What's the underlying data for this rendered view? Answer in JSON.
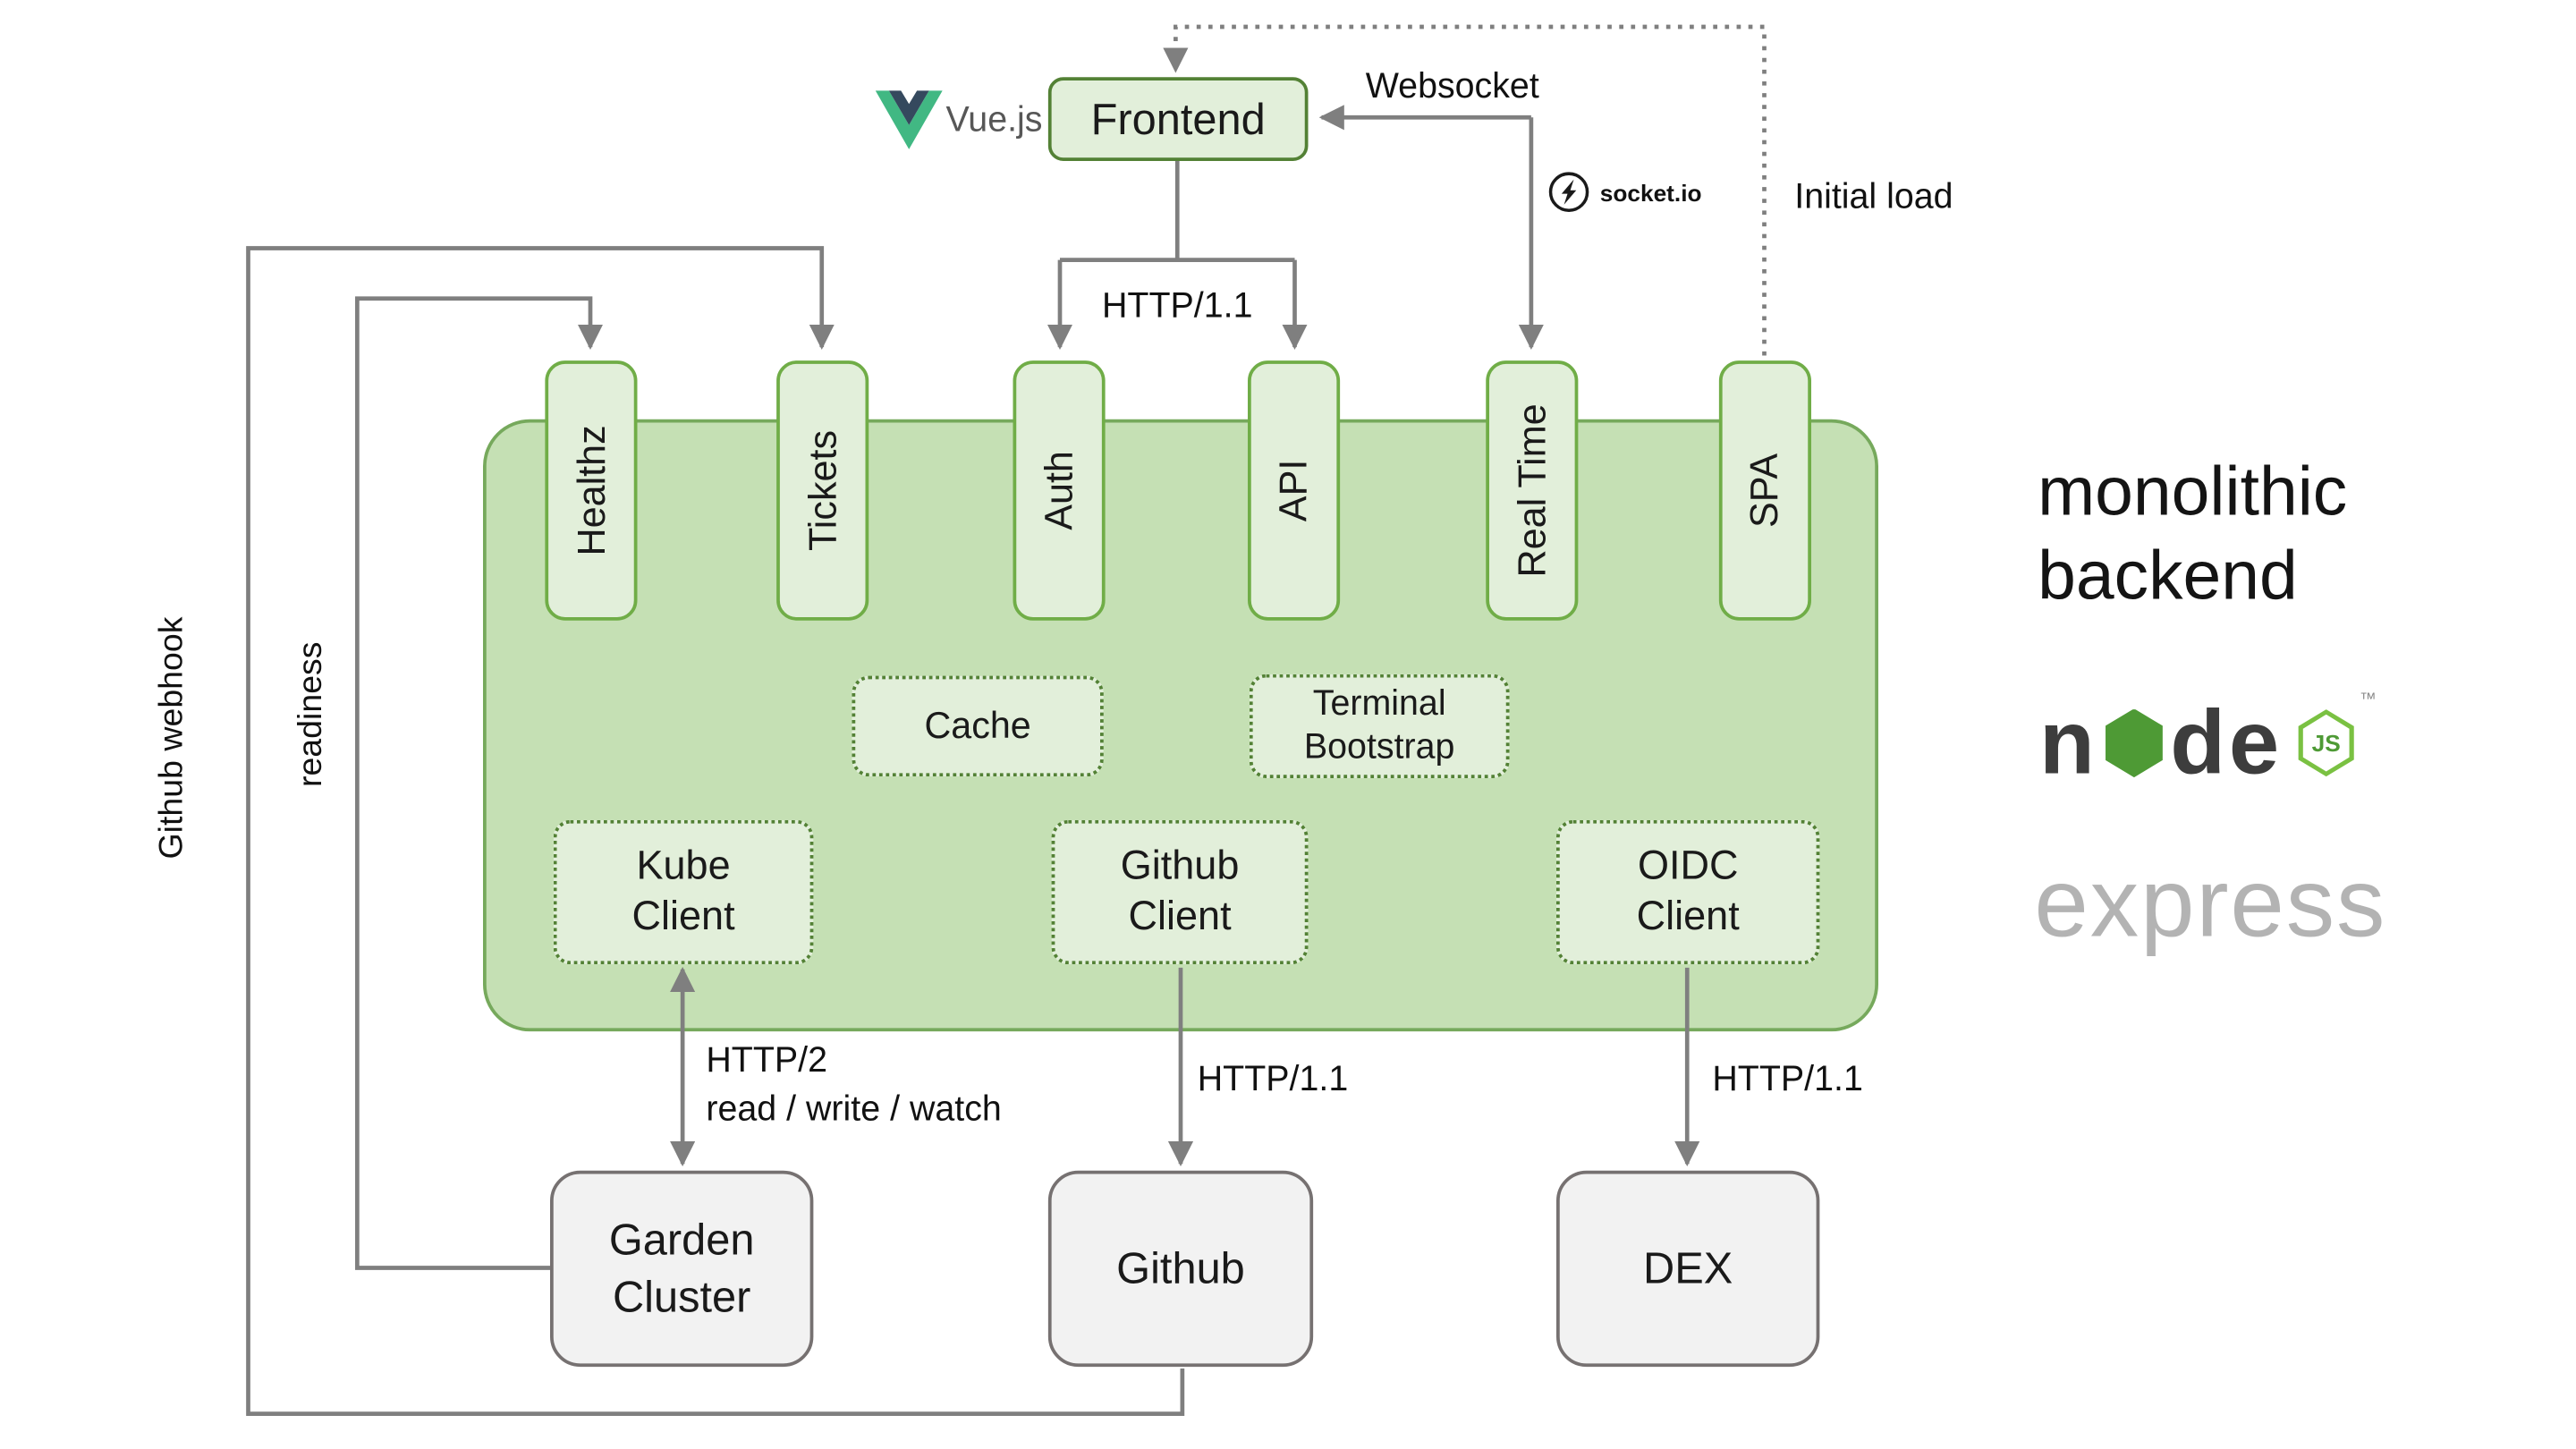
{
  "colors": {
    "container_fill": "#C5E0B4",
    "pill_fill": "#E2EFDA",
    "green_border": "#70AD47",
    "dark_green_border": "#538135",
    "external_fill": "#F2F2F2",
    "external_border": "#767171",
    "arrow_gray": "#7F7F7F",
    "vue_green": "#41B883",
    "vue_dark": "#35495E",
    "node_green": "#4E9A35",
    "express_gray": "#B3B3B3"
  },
  "frontend": {
    "label": "Frontend"
  },
  "logos": {
    "vue": "Vue.js",
    "socketio": "socket.io",
    "node_prefix": "n",
    "node_suffix": "de",
    "node_badge": "JS",
    "node_tm": "™",
    "express": "express"
  },
  "arrow_labels": {
    "websocket": "Websocket",
    "initial_load": "Initial load",
    "http11_frontend": "HTTP/1.1",
    "http2": "HTTP/2",
    "read_write_watch": "read / write / watch",
    "http11_github": "HTTP/1.1",
    "http11_dex": "HTTP/1.1",
    "github_webhook": "Github webhook",
    "readiness": "readiness"
  },
  "backend": {
    "caption": "monolithic backend",
    "endpoints": [
      {
        "label": "Healthz"
      },
      {
        "label": "Tickets"
      },
      {
        "label": "Auth"
      },
      {
        "label": "API"
      },
      {
        "label": "Real Time"
      },
      {
        "label": "SPA"
      }
    ],
    "components": [
      {
        "label": "Cache"
      },
      {
        "label": "Terminal Bootstrap"
      },
      {
        "label": "Kube Client"
      },
      {
        "label": "Github Client"
      },
      {
        "label": "OIDC Client"
      }
    ]
  },
  "external_systems": [
    {
      "label": "Garden Cluster"
    },
    {
      "label": "Github"
    },
    {
      "label": "DEX"
    }
  ]
}
